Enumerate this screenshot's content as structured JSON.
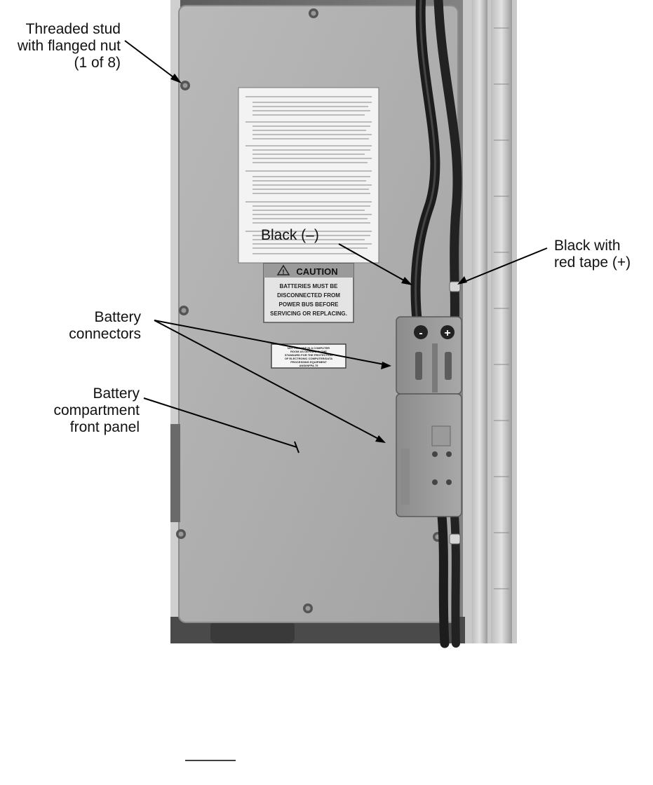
{
  "figure": {
    "labels": {
      "threaded_stud": [
        "Threaded stud",
        "with flanged nut",
        "(1 of 8)"
      ],
      "black_negative": "Black (–)",
      "black_red_tape": [
        "Black with",
        "red tape (+)"
      ],
      "battery_connectors": [
        "Battery",
        "connectors"
      ],
      "battery_panel": [
        "Battery",
        "compartment",
        "front panel"
      ]
    },
    "caution_label": {
      "header": "CAUTION",
      "lines": [
        "BATTERIES MUST BE",
        "DISCONNECTED FROM",
        "POWER BUS BEFORE",
        "SERVICING OR REPLACING."
      ]
    },
    "notice_label": {
      "lines": [
        "NOT FOR USE IN A COMPUTER",
        "ROOM AS DEFINED IN THE",
        "STANDARD FOR THE PROTECTION",
        "OF ELECTRONIC COMPUTER/DATA",
        "PROCESSING EQUIPMENT",
        "ANSI/NFPA 75"
      ]
    },
    "connector_symbols": {
      "negative": "-",
      "positive": "+"
    }
  }
}
